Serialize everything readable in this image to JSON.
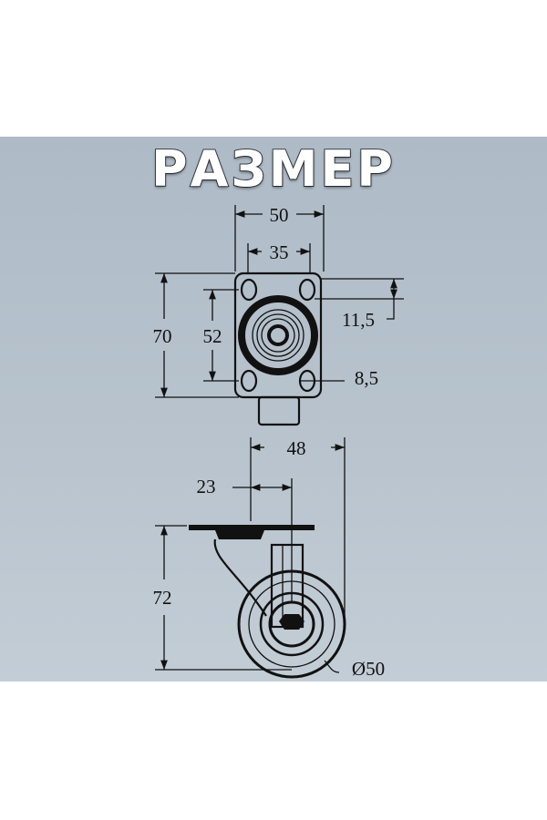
{
  "title": "РАЗМЕР",
  "top_view": {
    "width_outer": "50",
    "width_holes": "35",
    "height_outer": "70",
    "height_holes": "52",
    "hole_offset": "11,5",
    "hole_diameter": "8,5"
  },
  "side_view": {
    "offset_total": "48",
    "offset_axle": "23",
    "height": "72",
    "wheel_diameter": "Ø50"
  },
  "colors": {
    "panel": "#b5c0ca",
    "line": "#111111"
  }
}
